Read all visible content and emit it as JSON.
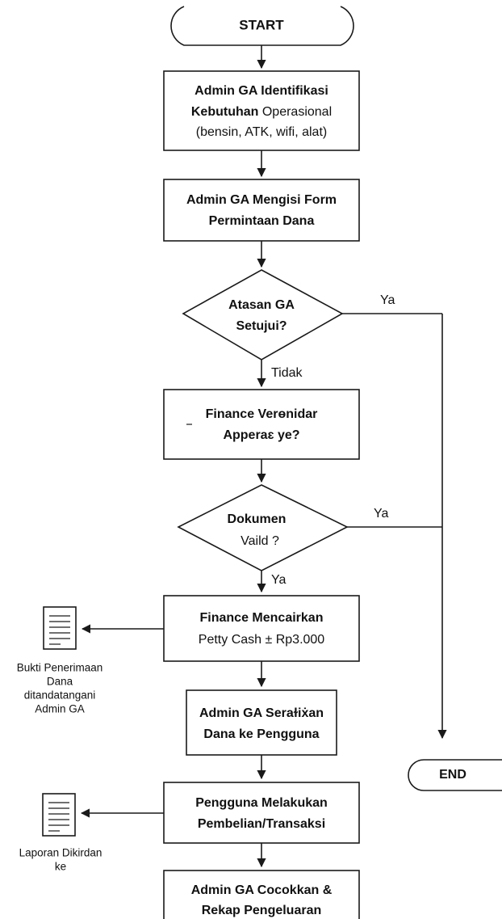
{
  "start": {
    "label": "START"
  },
  "end": {
    "label": "END"
  },
  "steps": {
    "identify": {
      "line1": "Admin GA Identifikasi",
      "line2_bold": "Kebutuhan",
      "line2_rest": " Operasional",
      "line3": "(bensin, ATK, wifi, alat)"
    },
    "form": {
      "line1": "Admin GA Mengisi Form",
      "line2": "Permintaan Dana"
    },
    "finance_verify": {
      "line1": "Finance Verɵnidar",
      "line2": "Apperaɛ ye?"
    },
    "disburse": {
      "line1": "Finance Mencairkan",
      "line2": "Petty Cash ± Rp3.000"
    },
    "hand_over": {
      "line1": "Admin GA Seraɫiẋan",
      "line2": "Dana ke Pengguna"
    },
    "purchase": {
      "line1": "Pengguna Melakukan",
      "line2": "Pembelian/Transaksi"
    },
    "reconcile": {
      "line1": "Admin GA Cocokkan &",
      "line2": "Rekap Pengeluaran"
    }
  },
  "decisions": {
    "approval": {
      "line1": "Atasan GA",
      "line2": "Setujui?",
      "yes": "Ya",
      "no": "Tidak"
    },
    "document": {
      "line1": "Dokumen",
      "line2": "Vaild ?",
      "yes": "Ya",
      "below": "Ya"
    }
  },
  "documents": {
    "receipt": {
      "caption": [
        "Bukti Penerimaan",
        "Dana",
        "ditandatangani",
        "Admin GA"
      ]
    },
    "report": {
      "caption": [
        "Laporan Dikirdan",
        "ke"
      ]
    }
  }
}
